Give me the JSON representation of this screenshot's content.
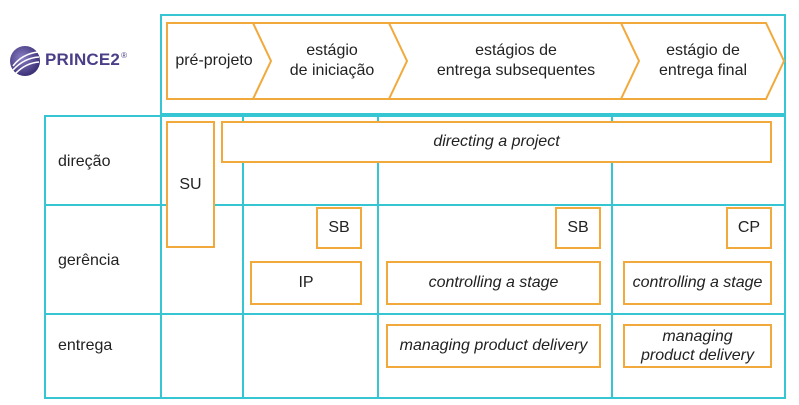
{
  "logo": {
    "brand": "PRINCE2",
    "reg": "®"
  },
  "stages": [
    {
      "label": "pré-projeto"
    },
    {
      "label": "estágio\nde iniciação"
    },
    {
      "label": "estágios de\nentrega subsequentes"
    },
    {
      "label": "estágio de\nentrega final"
    }
  ],
  "rows": {
    "direcao": "direção",
    "gerencia": "gerência",
    "entrega": "entrega"
  },
  "boxes": {
    "su": "SU",
    "directing": "directing a project",
    "sb1": "SB",
    "sb2": "SB",
    "cp": "CP",
    "ip": "IP",
    "controlling1": "controlling a stage",
    "controlling2": "controlling a stage",
    "managing1": "managing product delivery",
    "managing2": "managing\nproduct delivery"
  },
  "colors": {
    "grid": "#36c6d3",
    "box": "#f2a93b",
    "logo": "#4a3f87"
  }
}
